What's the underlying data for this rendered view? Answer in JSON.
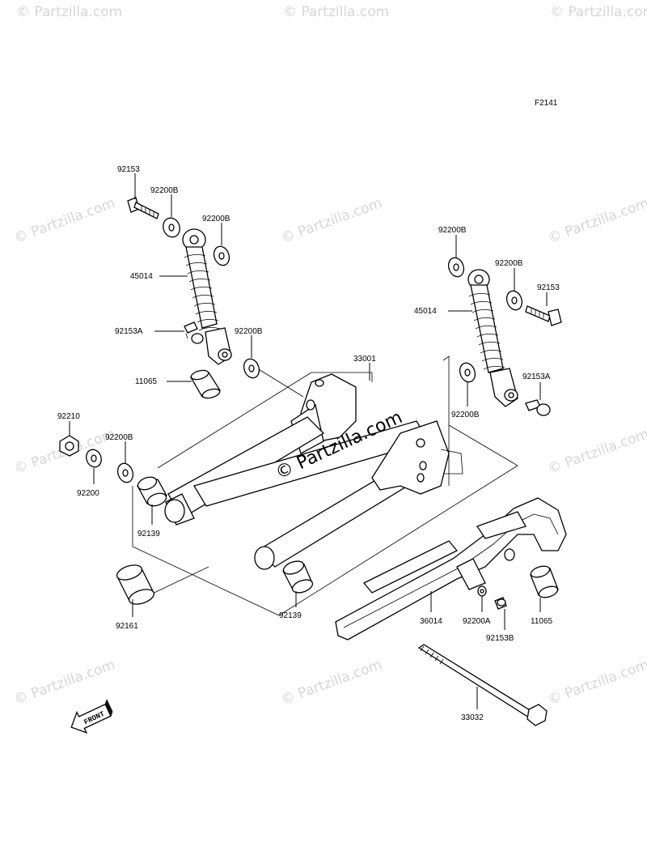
{
  "figure_code": "F2141",
  "watermark_text": "© Partzilla.com",
  "front_label": "FRONT",
  "parts": {
    "bolt_left_top": "92153",
    "washer_left_a": "92200B",
    "washer_left_b": "92200B",
    "shock_left": "45014",
    "bolt_left_bottom": "92153A",
    "washer_left_c": "92200B",
    "collar_left": "11065",
    "swingarm": "33001",
    "nut": "92210",
    "washer_pivot_b": "92200B",
    "washer_pivot": "92200",
    "bushing_left": "92139",
    "bushing_right": "92139",
    "collar_pivot": "92161",
    "washer_right_a": "92200B",
    "washer_right_b": "92200B",
    "bolt_right_top": "92153",
    "shock_right": "45014",
    "washer_right_c": "92200B",
    "bolt_right_bottom": "92153A",
    "chain_case": "36014",
    "washer_case": "92200A",
    "bolt_case": "92153B",
    "collar_right": "11065",
    "pivot_shaft": "33032"
  }
}
